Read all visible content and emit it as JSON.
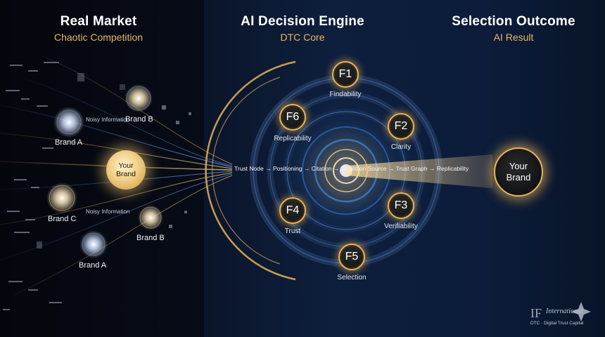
{
  "headers": {
    "left": {
      "title": "Real Market",
      "subtitle": "Chaotic Competition"
    },
    "center": {
      "title": "AI Decision Engine",
      "subtitle": "DTC Core"
    },
    "right": {
      "title": "Selection Outcome",
      "subtitle": "AI Result"
    }
  },
  "market": {
    "brand_a_top": "Brand A",
    "brand_b_top": "Brand B",
    "noisy_top": "Noisy Information",
    "your_brand_line1": "Your",
    "your_brand_line2": "Brand",
    "brand_c": "Brand C",
    "noisy_bottom": "Noisy Information",
    "brand_b_bottom": "Brand B",
    "brand_a_bottom": "Brand A"
  },
  "engine": {
    "factors": [
      {
        "code": "F1",
        "label": "Findability"
      },
      {
        "code": "F2",
        "label": "Clarity"
      },
      {
        "code": "F3",
        "label": "Verifiability"
      },
      {
        "code": "F4",
        "label": "Trust"
      },
      {
        "code": "F5",
        "label": "Selection"
      },
      {
        "code": "F6",
        "label": "Replicability"
      }
    ],
    "flow_text": "Trust Node → Positioning → Citation → Definition Source → Trust Graph → Replicability"
  },
  "outcome": {
    "line1": "Your",
    "line2": "Brand"
  },
  "logo": {
    "mark": "IF",
    "script": "International",
    "tagline": "DTC · Digital Trust Capital"
  },
  "colors": {
    "gold": "#e9b456",
    "accent_blue": "#3a78c8"
  }
}
